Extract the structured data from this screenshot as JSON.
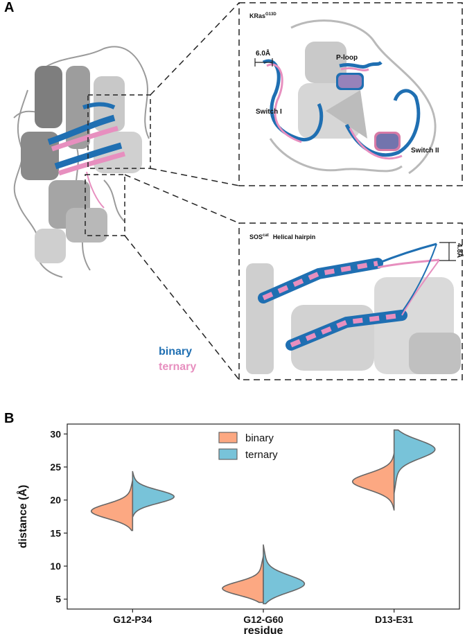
{
  "panel_a": {
    "letter": "A",
    "kras_label_main": "KRas",
    "kras_label_sup": "G13D",
    "measure_kras": "6.0Å",
    "ploop_label": "P-loop",
    "switch1_label": "Switch I",
    "switch2_label": "Switch II",
    "sos_label_main": "SOS",
    "sos_label_sup": "cat",
    "helical_label": "Helical hairpin",
    "measure_sos": "4.8Å",
    "legend_binary": "binary",
    "legend_ternary": "ternary",
    "colors": {
      "binary": "#1f6fb2",
      "ternary": "#e78fbf",
      "gray": "#b9b9b9"
    }
  },
  "panel_b": {
    "letter": "B"
  },
  "chart_data": {
    "type": "violin",
    "split": true,
    "categories": [
      "G12-P34",
      "G12-G60",
      "D13-E31"
    ],
    "xlabel": "residue",
    "ylabel": "distance (Å)",
    "ylim": [
      3.5,
      31.5
    ],
    "yticks": [
      5,
      10,
      15,
      20,
      25,
      30
    ],
    "legend_position": "top-center",
    "series": [
      {
        "name": "binary",
        "color": "#fca882",
        "ranges": [
          [
            15.4,
            23.0
          ],
          [
            4.5,
            11.5
          ],
          [
            18.5,
            27.0
          ]
        ],
        "peaks": [
          18.3,
          6.6,
          22.8
        ]
      },
      {
        "name": "ternary",
        "color": "#78c3d9",
        "ranges": [
          [
            17.5,
            24.3
          ],
          [
            4.3,
            13.2
          ],
          [
            21.0,
            30.6
          ]
        ],
        "peaks": [
          20.5,
          7.3,
          27.7
        ]
      }
    ]
  }
}
